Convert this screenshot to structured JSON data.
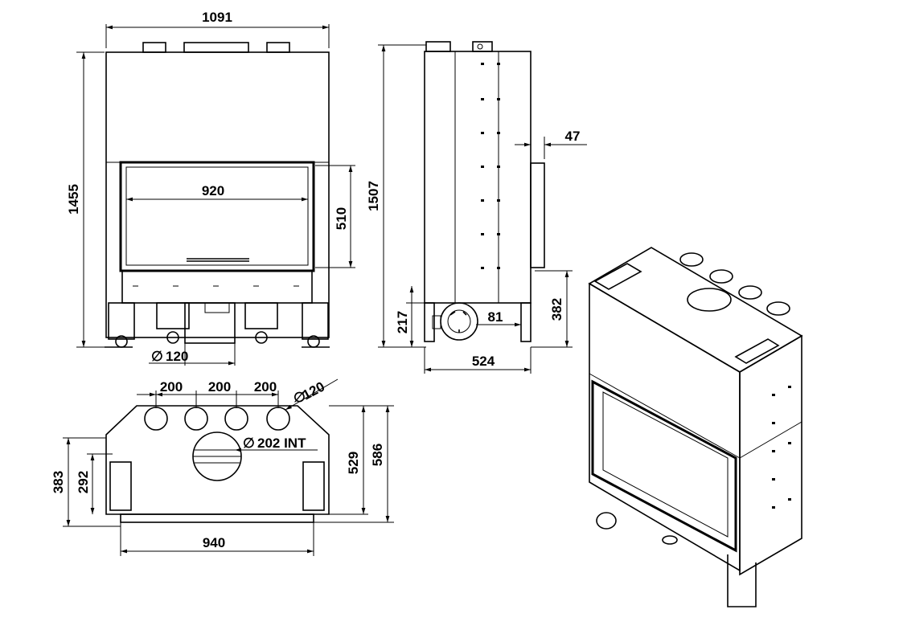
{
  "front_view": {
    "width": "1091",
    "height": "1455",
    "glass_width": "920",
    "glass_height": "510",
    "outlet_diameter": "120"
  },
  "side_view": {
    "height": "1507",
    "depth": "524",
    "offset": "47",
    "base_height": "217",
    "inlet_offset": "81",
    "leg_height": "382"
  },
  "top_view": {
    "spacing_1": "200",
    "spacing_2": "200",
    "spacing_3": "200",
    "small_outlet_diameter": "120",
    "main_outlet": "202 INT",
    "depth_rear": "383",
    "depth_mid": "292",
    "depth_inner": "529",
    "depth_total": "586",
    "width": "940"
  },
  "symbols": {
    "diameter": "∅"
  }
}
